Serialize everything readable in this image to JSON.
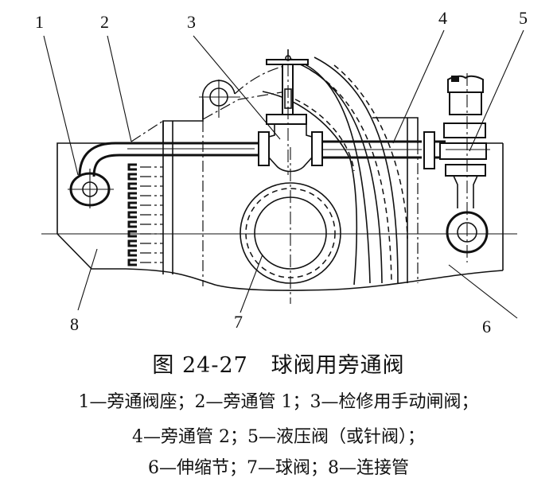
{
  "figure": {
    "callouts": [
      {
        "num": "1",
        "part": "旁通阀座"
      },
      {
        "num": "2",
        "part": "旁通管 1"
      },
      {
        "num": "3",
        "part": "检修用手动闸阀"
      },
      {
        "num": "4",
        "part": "旁通管 2"
      },
      {
        "num": "5",
        "part": "液压阀（或针阀）"
      },
      {
        "num": "6",
        "part": "伸缩节"
      },
      {
        "num": "7",
        "part": "球阀"
      },
      {
        "num": "8",
        "part": "连接管"
      }
    ]
  },
  "caption": {
    "title": "图 24-27   球阀用旁通阀",
    "line1": "1—旁通阀座；2—旁通管 1；3—检修用手动闸阀；",
    "line2": "4—旁通管 2；5—液压阀（或针阀）；",
    "line3": "6—伸缩节；7—球阀；8—连接管"
  }
}
